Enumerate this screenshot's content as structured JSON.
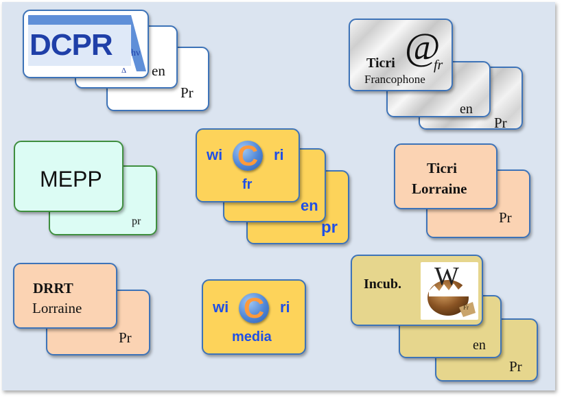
{
  "groups": {
    "dcpr": {
      "logo_text": "DCPR",
      "logo_sup": "hν",
      "logo_delta": "Δ",
      "en": "en",
      "pr": "Pr"
    },
    "ticri_fr": {
      "title": "Ticri",
      "subtitle": "Francophone",
      "at_symbol": "@",
      "at_sub": "fr",
      "en": "en",
      "pr": "Pr"
    },
    "mepp": {
      "title": "MEPP",
      "pr": "pr"
    },
    "wicri_fr": {
      "wi": "wi",
      "c": "C",
      "ri": "ri",
      "fr": "fr",
      "en": "en",
      "pr": "pr"
    },
    "ticri_lorraine": {
      "line1": "Ticri",
      "line2": "Lorraine",
      "pr": "Pr"
    },
    "drrt": {
      "line1": "DRRT",
      "line2": "Lorraine",
      "pr": "Pr"
    },
    "wicri_media": {
      "wi": "wi",
      "c": "C",
      "ri": "ri",
      "media": "media"
    },
    "incub": {
      "title": "Incub.",
      "logo_letter": "W",
      "logo_sub": "Fr",
      "en": "en",
      "pr": "Pr"
    }
  },
  "colors": {
    "background": "#dbe4f0",
    "card_border": "#3d73b8",
    "mepp_border": "#3f8f3f",
    "wicri_fill": "#fdd35a",
    "peach_fill": "#fbd3b3",
    "mepp_fill": "#dcfcf4",
    "incub_fill": "#e6d68d",
    "wicri_text": "#1f4fe6",
    "wicri_c": "#ff9a3c"
  }
}
